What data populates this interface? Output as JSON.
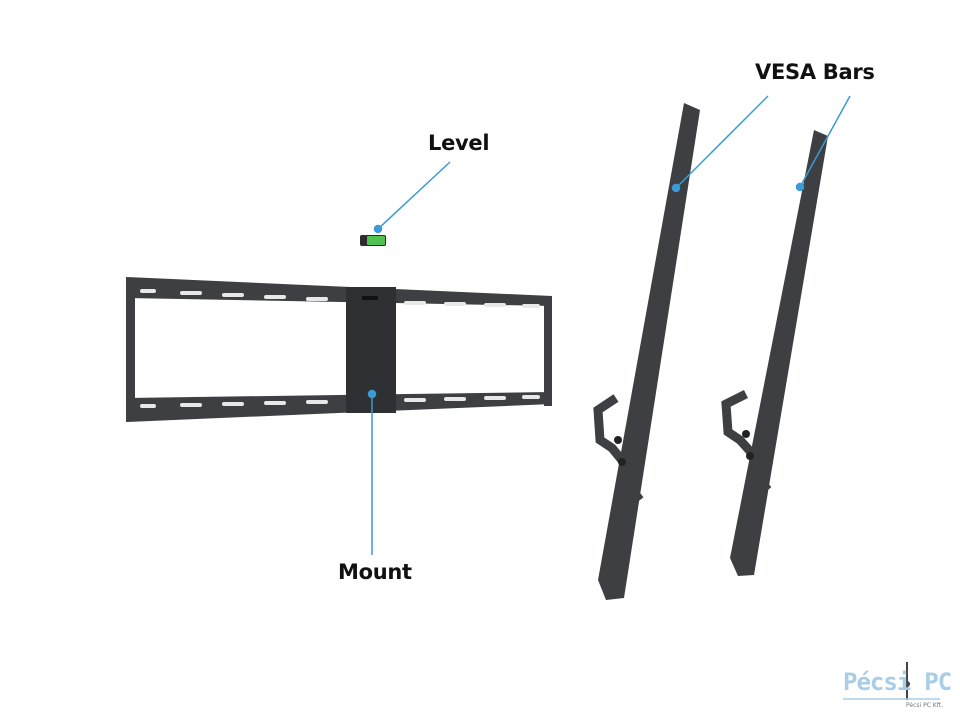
{
  "labels": {
    "level": "Level",
    "vesa_bars": "VESA Bars",
    "mount": "Mount"
  },
  "logo": {
    "text_left": "Pécsi",
    "text_right": "PC",
    "subtitle": "Pécsi PC Kft."
  },
  "colors": {
    "leader_line": "#3a9bd5",
    "metal": "#3d3f42",
    "level_green": "#4fc24f",
    "logo": "#a9cde6"
  }
}
